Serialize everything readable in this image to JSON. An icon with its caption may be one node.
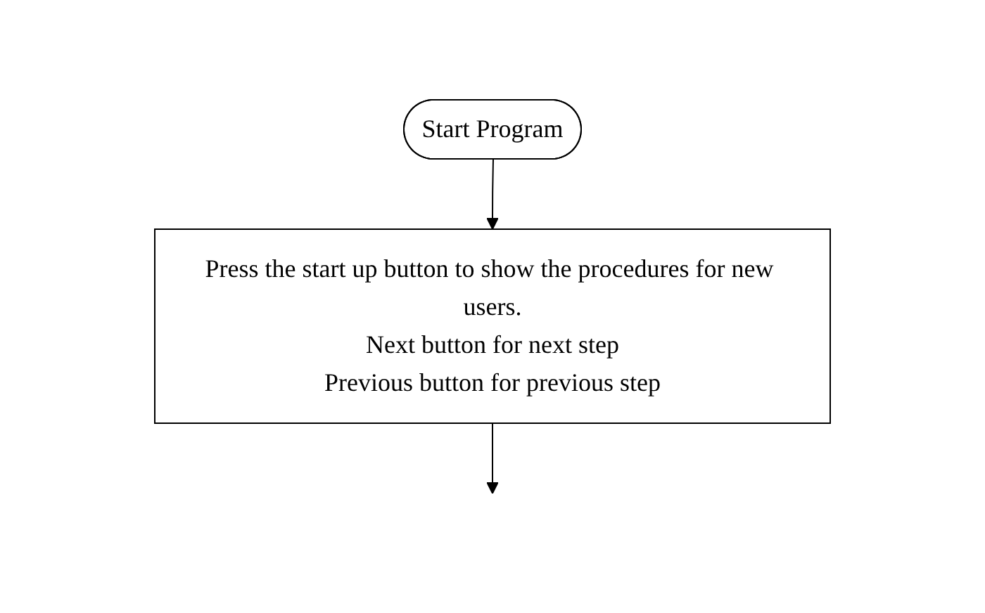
{
  "diagram": {
    "nodes": [
      {
        "text": [
          "Start Program"
        ]
      },
      {
        "text": [
          "Press the start up button to show the procedures for new users.",
          "Next button for next step",
          "Previous button for previous step"
        ]
      }
    ],
    "edges": [
      {
        "from": 0,
        "to": 1,
        "arrow": "to"
      },
      {
        "from": 1,
        "to": null,
        "arrow": "to"
      }
    ]
  }
}
